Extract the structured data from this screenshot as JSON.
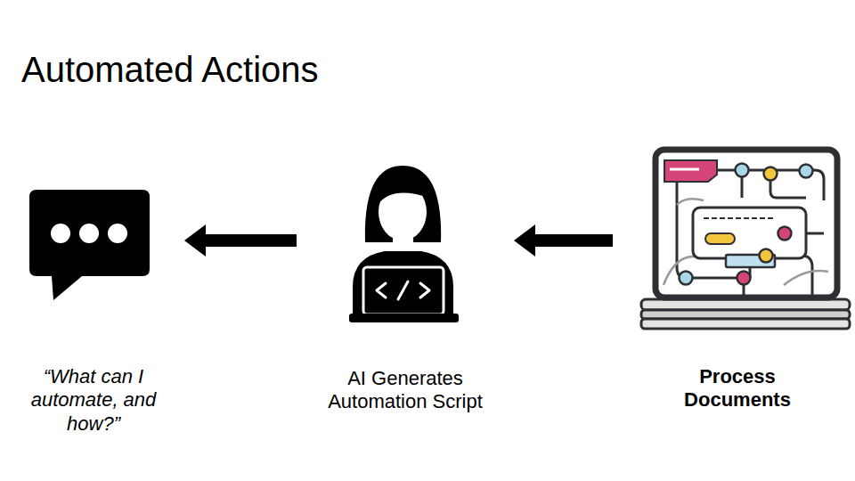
{
  "diagram": {
    "title": "Automated Actions",
    "nodes": [
      {
        "text": [
          "“What can I automate, and how?”"
        ]
      },
      {
        "text": [
          "AI Generates Automation Script"
        ]
      },
      {
        "text": [
          "Process Documents"
        ]
      }
    ],
    "edges": [
      {
        "from": 2,
        "to": 1,
        "arrow": "to"
      },
      {
        "from": 1,
        "to": 0,
        "arrow": "to"
      }
    ]
  }
}
